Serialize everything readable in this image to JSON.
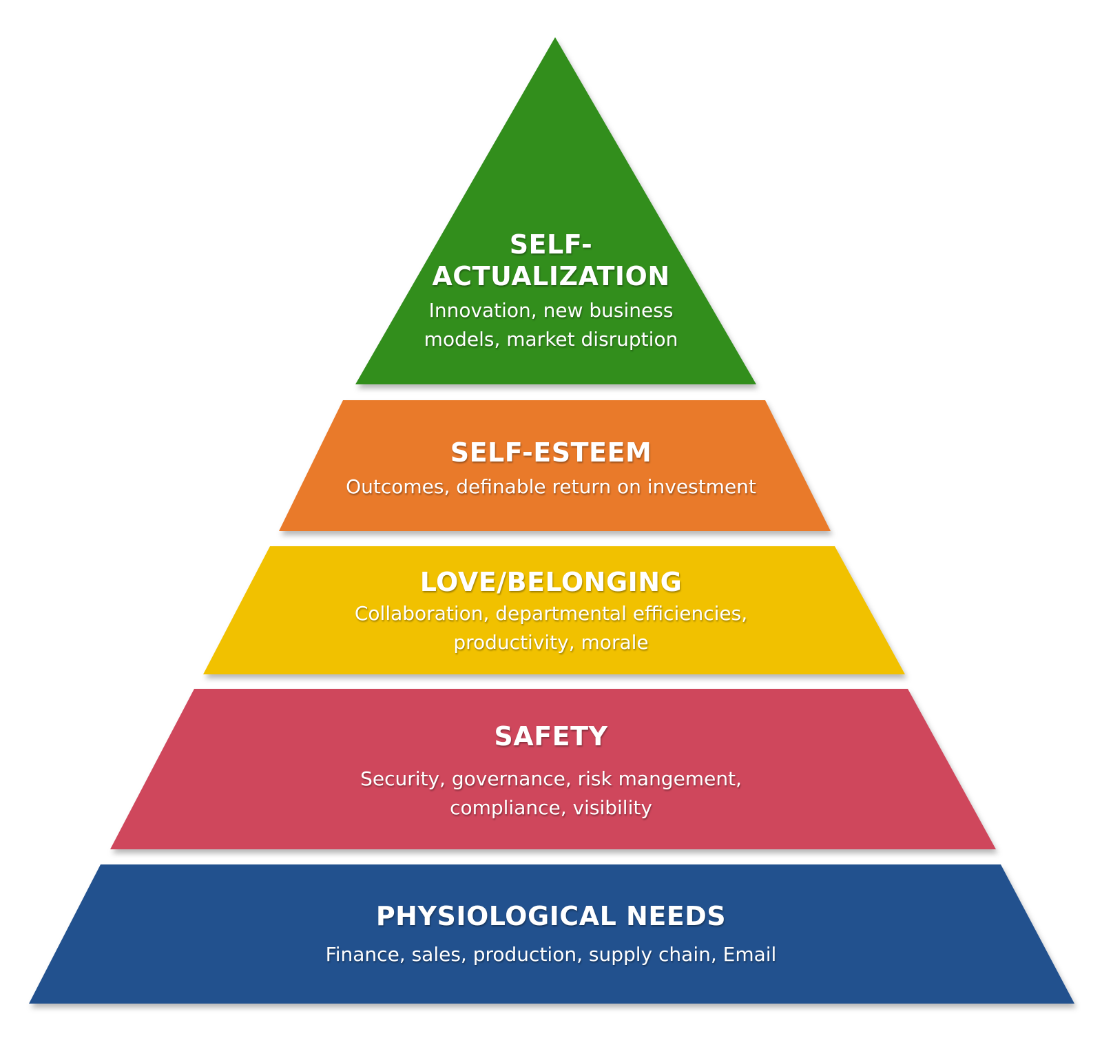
{
  "diagram": {
    "tiers": [
      {
        "title": "SELF-\nACTUALIZATION",
        "description": "Innovation, new business\nmodels, market disruption",
        "color": "#338E1F"
      },
      {
        "title": "SELF-ESTEEM",
        "description": "Outcomes, definable return on investment",
        "color": "#E97A2B"
      },
      {
        "title": "LOVE/BELONGING",
        "description": "Collaboration, departmental efficiencies,\nproductivity, morale",
        "color": "#F1C100"
      },
      {
        "title": "SAFETY",
        "description": "Security, governance, risk mangement,\ncompliance, visibility",
        "color": "#CF465B"
      },
      {
        "title": "PHYSIOLOGICAL NEEDS",
        "description": "Finance, sales, production, supply chain, Email",
        "color": "#24518E"
      }
    ]
  }
}
